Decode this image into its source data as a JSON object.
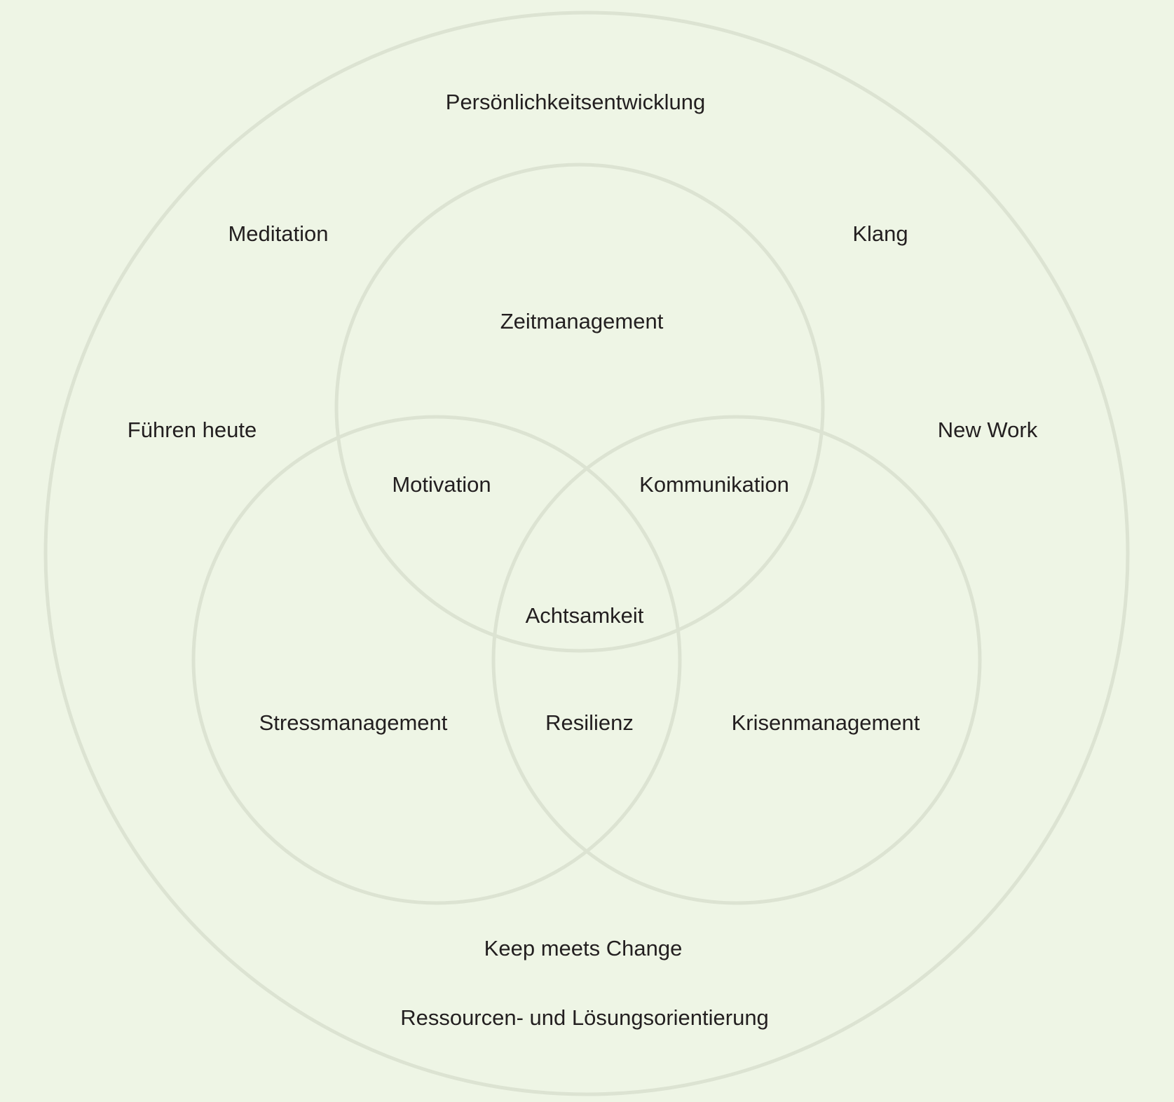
{
  "colors": {
    "background": "#eef5e5",
    "circle_stroke": "#dce3d2",
    "text": "#231f20"
  },
  "labels": {
    "outer_top": "Persönlichkeitsentwicklung",
    "meditation": "Meditation",
    "klang": "Klang",
    "fuehren_heute": "Führen heute",
    "new_work": "New Work",
    "zeitmanagement": "Zeitmanagement",
    "motivation": "Motivation",
    "kommunikation": "Kommunikation",
    "achtsamkeit": "Achtsamkeit",
    "stressmanagement": "Stressmanagement",
    "resilienz": "Resilienz",
    "krisenmanagement": "Krisenmanagement",
    "keep_meets_change": "Keep meets Change",
    "ressourcen": "Ressourcen- und Lösungsorientierung"
  }
}
